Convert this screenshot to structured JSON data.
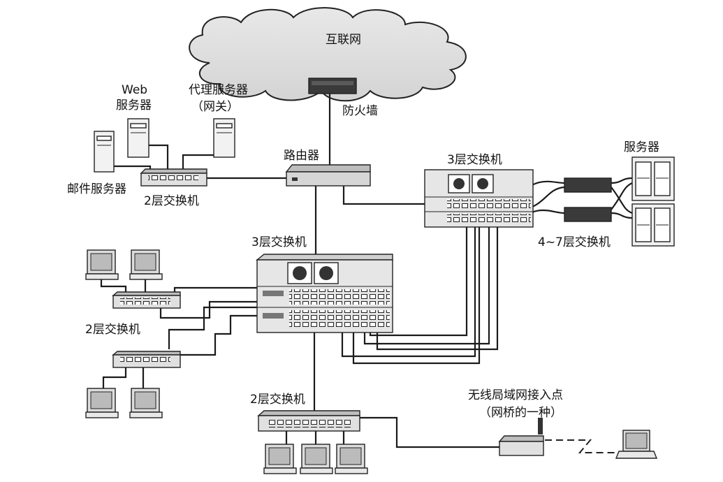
{
  "labels": {
    "internet": "互联网",
    "firewall": "防火墙",
    "router": "路由器",
    "web_server_line1": "Web",
    "web_server_line2": "服务器",
    "proxy_line1": "代理服务器",
    "proxy_line2": "（网关）",
    "mail_server": "邮件服务器",
    "l2_switch_top": "2层交换机",
    "l3_switch_right": "3层交换机",
    "servers": "服务器",
    "l47_switch": "4~7层交换机",
    "l3_switch_center": "3层交换机",
    "l2_switch_left": "2层交换机",
    "l2_switch_bottom": "2层交换机",
    "wlan_ap_line1": "无线局域网接入点",
    "wlan_ap_line2": "（网桥的一种）"
  }
}
